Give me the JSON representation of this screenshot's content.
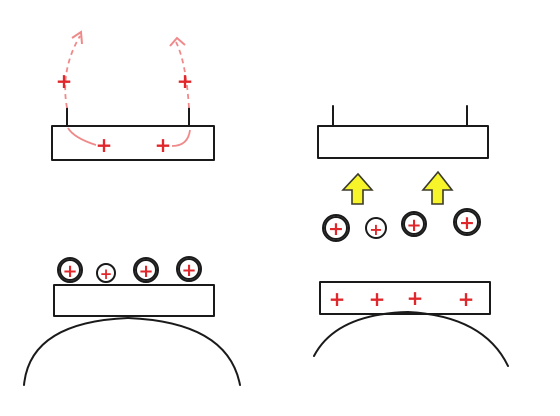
{
  "colors": {
    "ink": "#1a1a1a",
    "charge": "#e0282c",
    "charge_soft": "#f08a8a",
    "arrow_fill": "#f7f52a",
    "arrow_stroke": "#3a3a2a",
    "background": "#ffffff"
  },
  "symbols": {
    "positive_charge": "+"
  },
  "panels": {
    "left": {
      "top_plate": {
        "charges": 2,
        "escaping_charges": 2
      },
      "bottom_plate": {
        "ions_above": 4
      }
    },
    "right": {
      "top_plate": {
        "charges": 0
      },
      "moving_ions": 4,
      "upward_arrows": 2,
      "bottom_plate": {
        "charges": 4
      }
    }
  }
}
